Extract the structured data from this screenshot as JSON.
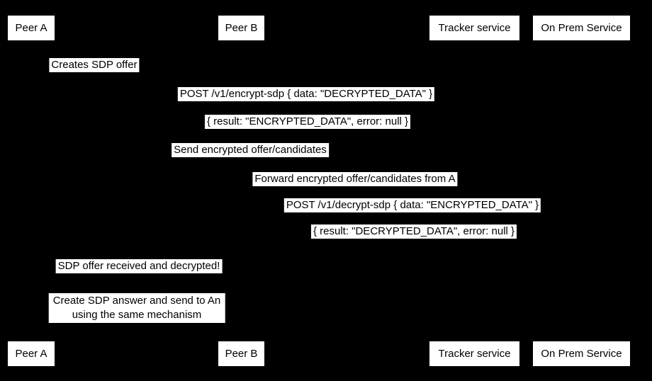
{
  "diagram": {
    "type": "sequence",
    "colors": {
      "background": "#000000",
      "box_fill": "#ffffff",
      "text": "#000000"
    },
    "actors": [
      "Peer A",
      "Peer B",
      "Tracker service",
      "On Prem Service"
    ],
    "messages": [
      "Creates SDP offer",
      "POST /v1/encrypt-sdp { data: \"DECRYPTED_DATA\" }",
      "{ result: \"ENCRYPTED_DATA\", error: null }",
      "Send encrypted offer/candidates",
      "Forward encrypted offer/candidates from A",
      "POST /v1/decrypt-sdp { data: \"ENCRYPTED_DATA\" }",
      "{ result: \"DECRYPTED_DATA\", error: null }",
      "SDP offer received and decrypted!"
    ],
    "note": {
      "lines": [
        "Create SDP answer and send to An",
        "using the same mechanism"
      ]
    }
  }
}
